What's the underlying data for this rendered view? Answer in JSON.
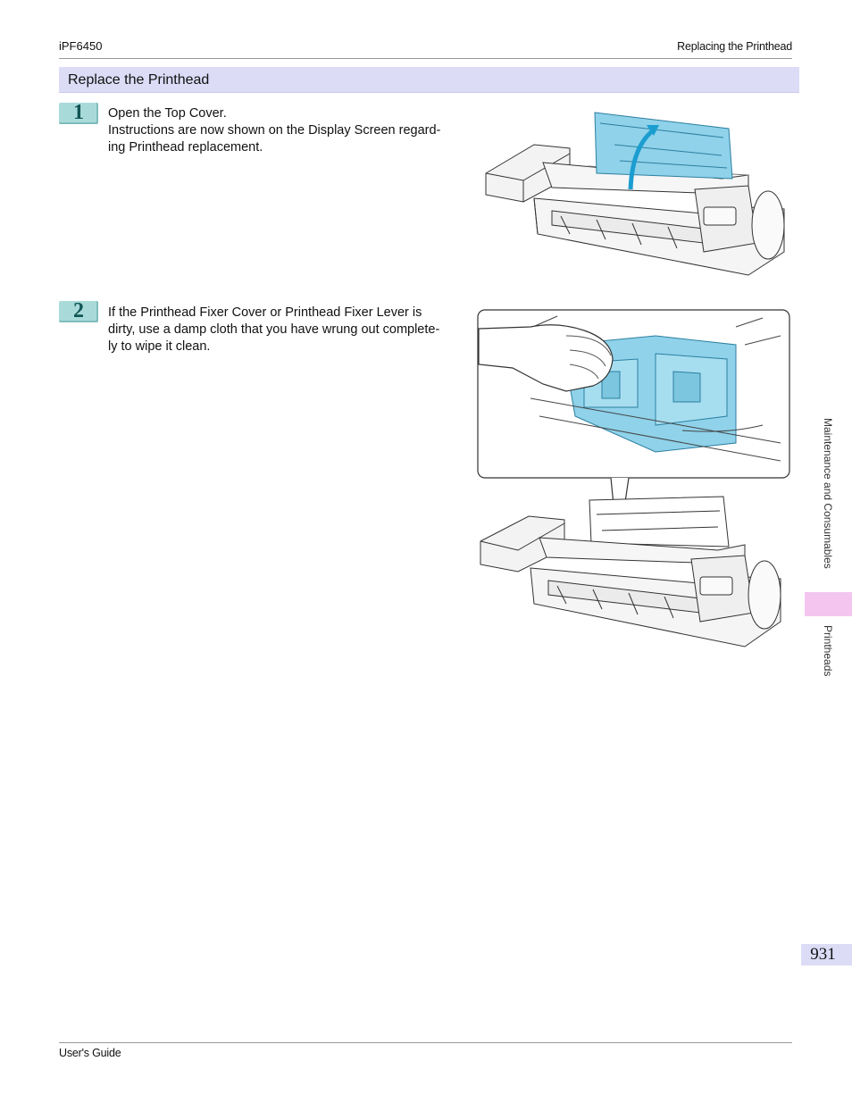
{
  "header": {
    "model": "iPF6450",
    "section": "Replacing the Printhead"
  },
  "section_title": "Replace the Printhead",
  "steps": [
    {
      "number": "1",
      "lines": [
        "Open the Top Cover.",
        "Instructions are now shown on the Display Screen regard-",
        "ing Printhead replacement."
      ]
    },
    {
      "number": "2",
      "lines": [
        "If the Printhead Fixer Cover or Printhead Fixer Lever is",
        "dirty, use a damp cloth that you have wrung out complete-",
        "ly to wipe it clean."
      ]
    }
  ],
  "side_tabs": {
    "chapter": "Maintenance and Consumables",
    "subsection": "Printheads"
  },
  "page_number": "931",
  "footer": {
    "doc": "User's Guide"
  },
  "colors": {
    "section_bar": "#dcdcf7",
    "step_badge": "#a9dada",
    "active_tab": "#f4c6ef",
    "cover_blue": "#8fd2ea"
  }
}
